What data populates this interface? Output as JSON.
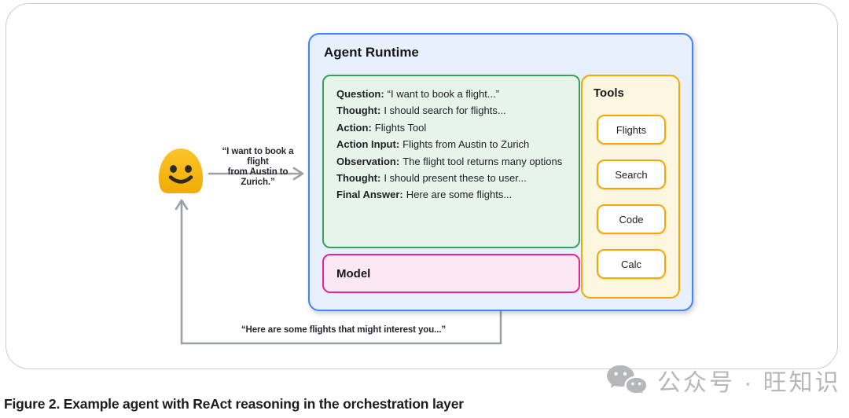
{
  "colors": {
    "runtime_border": "#4285f4",
    "runtime_fill": "#e8f0fe",
    "react_border": "#37a05b",
    "react_fill": "#e6f4ea",
    "model_border": "#e52592",
    "model_fill": "#fce8f3",
    "tools_border": "#f5a900",
    "tools_fill": "#fef7e0",
    "arrow_gray": "#9aa0a6",
    "emoji_yellow": "#f6b91c"
  },
  "request": {
    "line1": "“I want to book a flight",
    "line2": "from Austin to Zurich.”"
  },
  "runtime": {
    "title": "Agent Runtime",
    "react": {
      "lines": [
        {
          "label": "Question:",
          "text": "“I want to book a flight...”"
        },
        {
          "label": "Thought:",
          "text": "I should search for flights..."
        },
        {
          "label": "Action:",
          "text": "Flights Tool"
        },
        {
          "label": "Action Input:",
          "text": "Flights from Austin to Zurich"
        },
        {
          "label": "Observation:",
          "text": "The flight tool returns many options"
        },
        {
          "label": "Thought:",
          "text": "I should present these to user..."
        },
        {
          "label": "Final Answer:",
          "text": "Here are some flights..."
        }
      ]
    },
    "model": {
      "label": "Model"
    },
    "tools": {
      "title": "Tools",
      "buttons": [
        "Flights",
        "Search",
        "Code",
        "Calc"
      ]
    }
  },
  "response": {
    "text": "“Here are some flights that might interest you...”"
  },
  "caption": "Figure 2. Example agent with ReAct reasoning in the orchestration layer",
  "watermark": {
    "text": "公众号 · 旺知识",
    "icon": "wechat-icon"
  }
}
